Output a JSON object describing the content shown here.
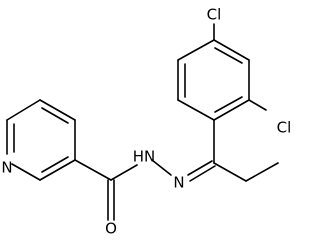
{
  "molecule": {
    "atom_labels": {
      "cl_top": "Cl",
      "cl_right": "Cl",
      "pyridine_n": "N",
      "hydrazide_nh": "HN",
      "imine_n": "N",
      "carbonyl_o": "O"
    }
  }
}
